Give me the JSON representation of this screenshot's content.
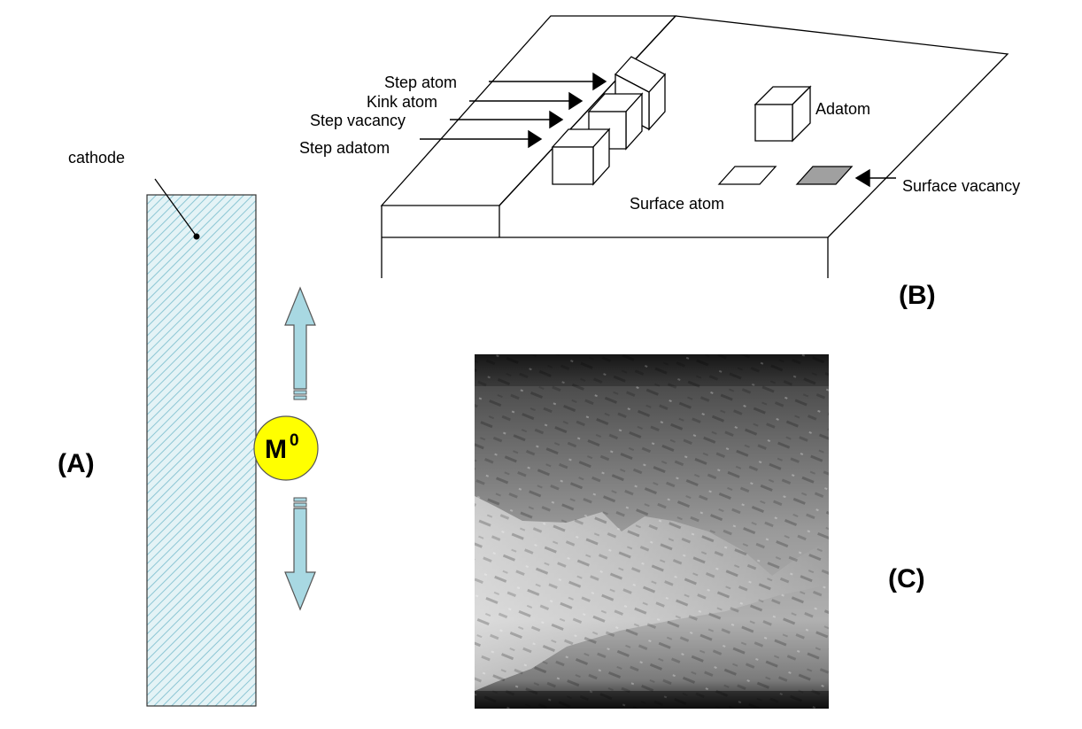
{
  "panel_a": {
    "label": "(A)",
    "cathode_label": "cathode",
    "metal_symbol": "M",
    "metal_superscript": "0",
    "colors": {
      "cathode_fill": "#dff0f4",
      "hatch": "#8cc6d4",
      "metal": "#ffff00",
      "arrow": "#a8d8e2"
    }
  },
  "panel_b": {
    "label": "(B)",
    "step_atom": "Step atom",
    "kink_atom": "Kink atom",
    "step_vacancy": "Step vacancy",
    "step_adatom": "Step adatom",
    "adatom": "Adatom",
    "surface_atom": "Surface atom",
    "surface_vacancy": "Surface vacancy",
    "colors": {
      "vacancy_fill": "#a0a0a0"
    }
  },
  "panel_c": {
    "label": "(C)",
    "image_description": "STM-like grayscale surface micrograph"
  }
}
